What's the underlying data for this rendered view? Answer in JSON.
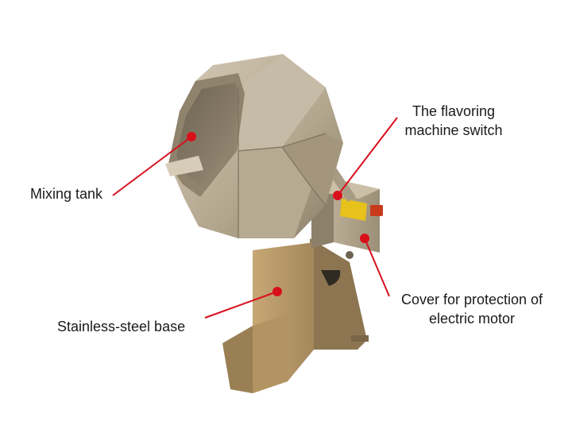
{
  "colors": {
    "callout": "#d8101c",
    "steel_light": "#c8bda8",
    "steel_mid": "#a99c84",
    "steel_dark": "#6f6453",
    "base_face": "#b89a6a",
    "base_shadow": "#8c7550"
  },
  "callouts": {
    "switch": {
      "line1": "The flavoring",
      "line2": "machine switch"
    },
    "mixing_tank": {
      "text": "Mixing tank"
    },
    "cover": {
      "line1": "Cover for protection of",
      "line2": "electric motor"
    },
    "base": {
      "text": "Stainless-steel base"
    }
  }
}
